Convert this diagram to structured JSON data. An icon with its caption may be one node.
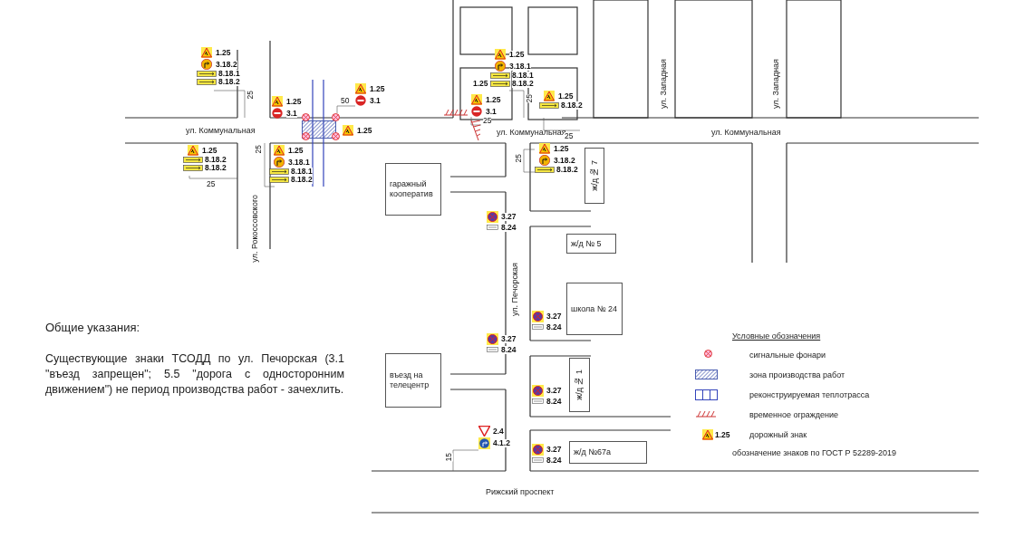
{
  "diagram": {
    "nodes": [
      {
        "text": [
          "гаражный кооператив"
        ]
      },
      {
        "text": [
          "въезд на телецентр"
        ]
      },
      {
        "text": [
          "ж/д № 7"
        ]
      },
      {
        "text": [
          "ж/д № 5"
        ]
      },
      {
        "text": [
          "школа № 24"
        ]
      },
      {
        "text": [
          "ж/д № 1"
        ]
      },
      {
        "text": [
          "ж/д №67а"
        ]
      }
    ],
    "labels": [
      "1.25",
      "3.18.2",
      "8.18.1",
      "8.18.2",
      "25",
      "1.25",
      "50",
      "3.1",
      "1.25",
      "3.18.1",
      "8.18.1",
      "1.25",
      "8.18.2",
      "1.25",
      "3.1",
      "25",
      "1.25",
      "8.18.2",
      "1.25",
      "3.1",
      "1.25",
      "ул. Коммунальная",
      "1.25",
      "8.18.2",
      "8.18.2",
      "25",
      "ул. Коммунальная",
      "25",
      "ул. Коммунальная",
      "1.25",
      "3.18.2",
      "8.18.2",
      "25",
      "1.25",
      "3.18.1",
      "8.18.1",
      "8.18.2",
      "25",
      "25",
      "ул. Рокоссовского",
      "ул. Западная",
      "ул. Западная",
      "3.27",
      "8.24",
      "ул. Печорская",
      "3.27",
      "8.24",
      "Общие указания:",
      "Существующие знаки ТСОДД по ул. Печорская (3.1 \"въезд запрещен\"; 5.5 \"дорога с односторонним движением\") не период производства работ - зачехлить.",
      "3.27",
      "8.24",
      "Условные обозначения",
      "3.27",
      "8.24",
      "1.25",
      "2.4",
      "4.1.2",
      "3.27",
      "8.24",
      "обозначение знаков по ГОСТ Р 52289-2019",
      "15",
      "Рижский проспект"
    ],
    "legend": [
      {
        "text": "сигнальные фонари"
      },
      {
        "text": "зона производства работ"
      },
      {
        "text": "реконструируемая теплотрасса"
      },
      {
        "text": "временное ограждение"
      },
      {
        "text": "дорожный знак"
      }
    ]
  }
}
